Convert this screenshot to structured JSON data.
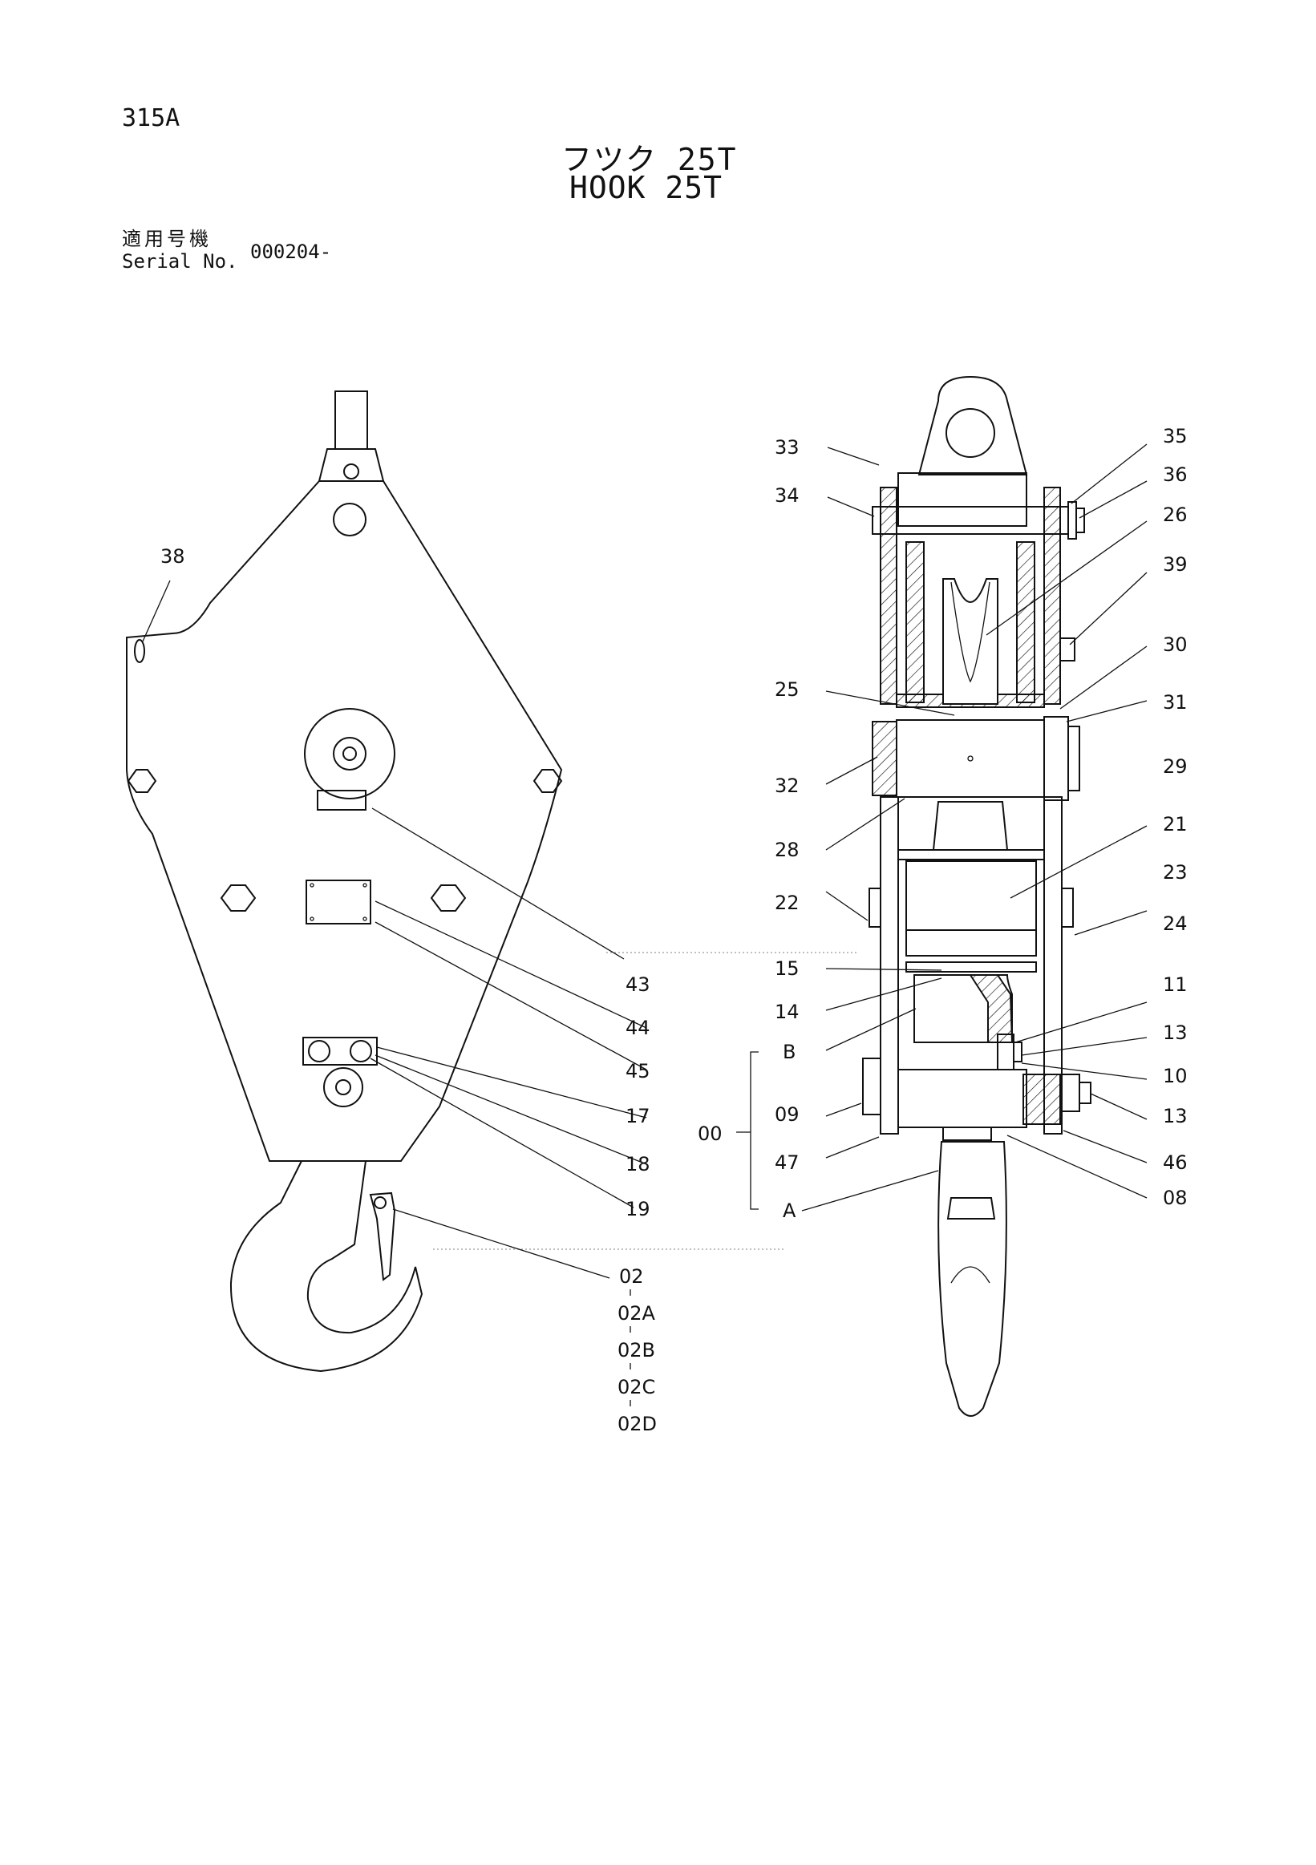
{
  "header": {
    "page_code": "315A",
    "title_jp": "フツク 25T",
    "title_en": "HOOK 25T",
    "serial_label_jp": "適用号機",
    "serial_label_en": "Serial No.",
    "serial_value": "000204-"
  },
  "callouts_left": [
    "38",
    "43",
    "44",
    "45",
    "17",
    "18",
    "19",
    "02",
    "02A",
    "02B",
    "02C",
    "02D"
  ],
  "callouts_right": [
    "33",
    "34",
    "35",
    "36",
    "26",
    "39",
    "30",
    "31",
    "25",
    "29",
    "32",
    "28",
    "21",
    "22",
    "23",
    "24",
    "15",
    "14",
    "11",
    "13",
    "B",
    "10",
    "09",
    "13",
    "00",
    "47",
    "46",
    "A",
    "08"
  ]
}
